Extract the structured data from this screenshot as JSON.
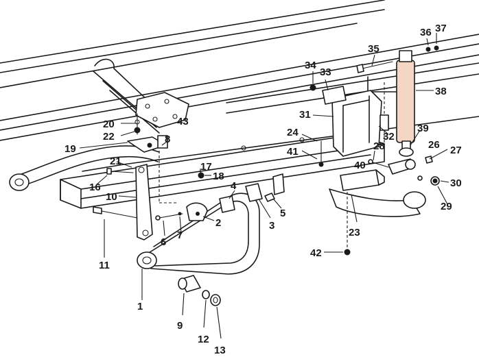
{
  "diagram": {
    "title": "Front suspension / stabilizer exploded view",
    "highlight_color": "#f3d6c4",
    "line_color": "#1a1a1a",
    "labels": {
      "l1": "1",
      "l2": "2",
      "l3": "3",
      "l4": "4",
      "l5": "5",
      "l6": "6",
      "l7": "7",
      "l8": "8",
      "l9": "9",
      "l10": "10",
      "l11": "11",
      "l12": "12",
      "l13": "13",
      "l16": "16",
      "l17": "17",
      "l18": "18",
      "l19": "19",
      "l20": "20",
      "l21": "21",
      "l22": "22",
      "l23": "23",
      "l24": "24",
      "l26": "26",
      "l27": "27",
      "l28": "28",
      "l29": "29",
      "l30": "30",
      "l31": "31",
      "l32": "32",
      "l33": "33",
      "l34": "34",
      "l35": "35",
      "l36": "36",
      "l37": "37",
      "l38": "38",
      "l39": "39",
      "l40": "40",
      "l41": "41",
      "l42": "42",
      "l43": "43"
    }
  }
}
